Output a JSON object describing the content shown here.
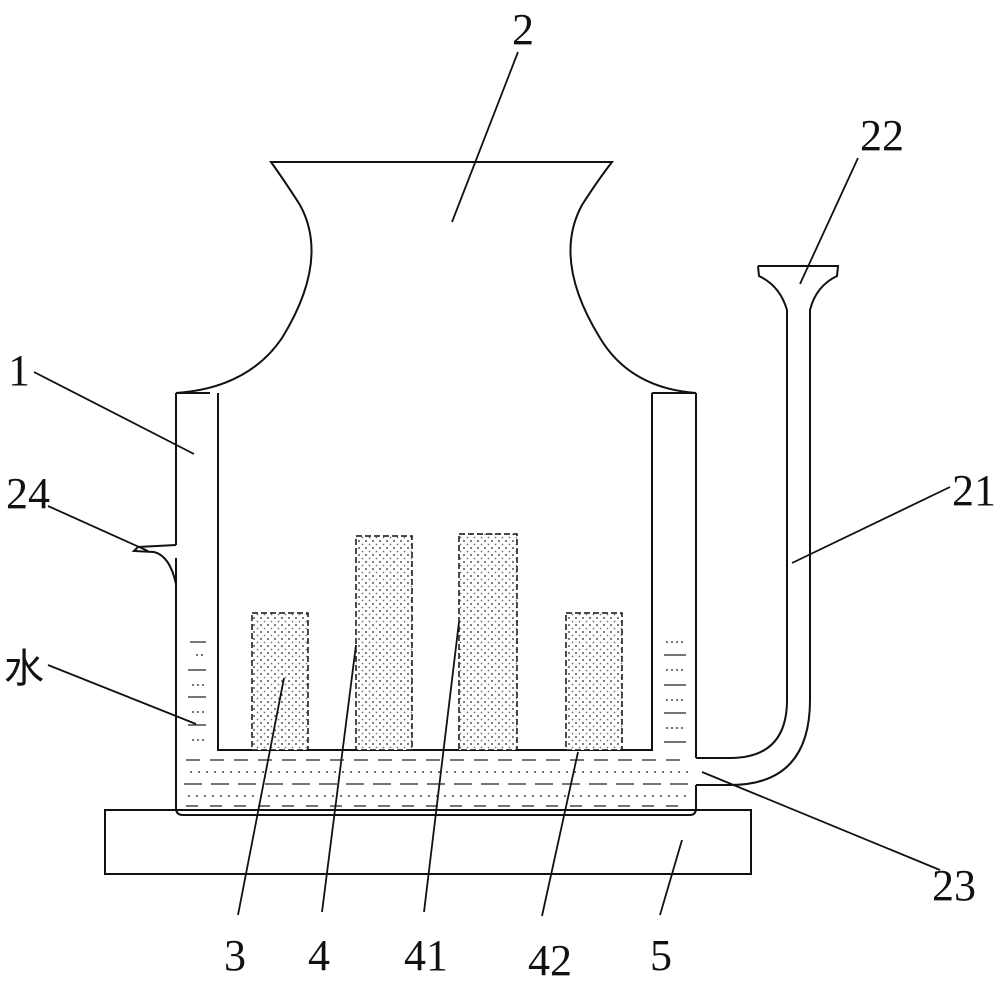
{
  "labels": {
    "container": "1",
    "vessel": "2",
    "block_3": "3",
    "block_4": "4",
    "block_41": "41",
    "block_42": "42",
    "base": "5",
    "tube": "21",
    "funnel": "22",
    "tube_outlet": "23",
    "overflow_spout": "24",
    "water": "水"
  },
  "colors": {
    "line": "#111111",
    "background": "#ffffff"
  }
}
